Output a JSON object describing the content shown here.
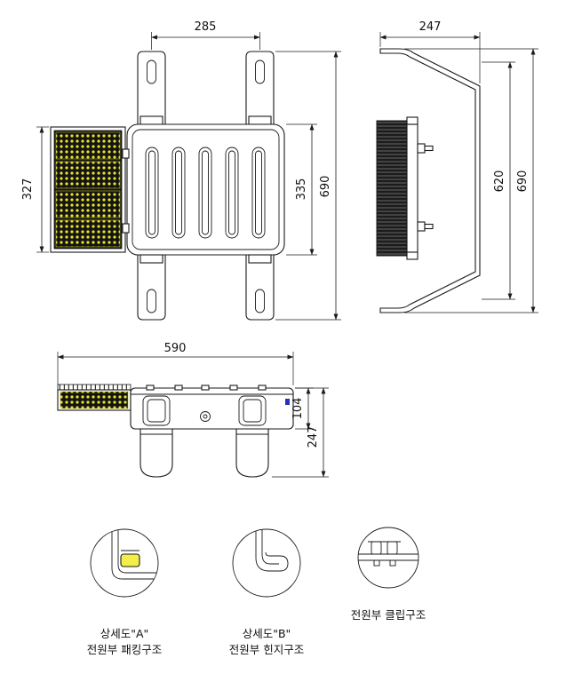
{
  "dimensions": {
    "front_width": "285",
    "front_led_height": "327",
    "front_body_height": "335",
    "front_total_height": "690",
    "side_depth": "247",
    "side_inner_height": "620",
    "side_total_height": "690",
    "top_width": "590",
    "top_body_depth": "104",
    "top_total_depth": "247"
  },
  "labels": {
    "detail_a_title": "상세도\"A\"",
    "detail_a_desc": "전원부 패킹구조",
    "detail_b_title": "상세도\"B\"",
    "detail_b_desc": "전원부 힌지구조",
    "detail_clip_desc": "전원부 클립구조"
  },
  "colors": {
    "line": "#1a1a1a",
    "led_yellow": "#e8e42c",
    "panel_dark": "#141414",
    "packing_yellow": "#f2ee4a",
    "accent_blue": "#2233bb"
  }
}
